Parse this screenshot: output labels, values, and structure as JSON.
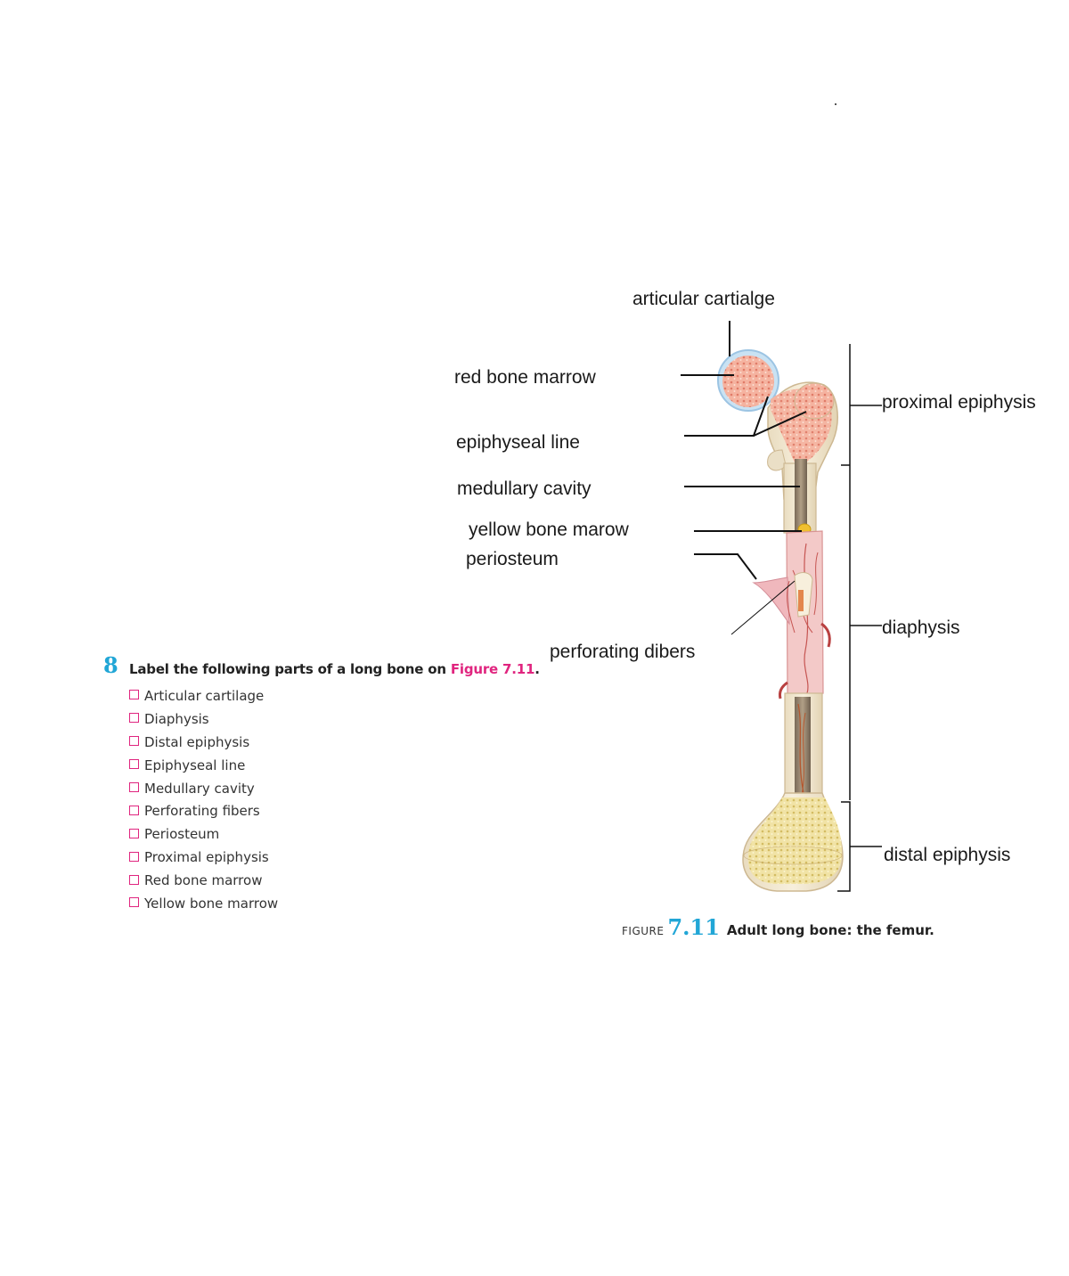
{
  "exercise": {
    "number": "8",
    "instruction": "Label the following parts of a long bone on ",
    "figure_ref": "Figure 7.11",
    "instruction_end": ".",
    "items": [
      "Articular cartilage",
      "Diaphysis",
      "Distal epiphysis",
      "Epiphyseal line",
      "Medullary cavity",
      "Perforating fibers",
      "Periosteum",
      "Proximal epiphysis",
      "Red bone marrow",
      "Yellow bone marrow"
    ]
  },
  "labels": {
    "articular_cartilage": "articular cartialge",
    "red_bone_marrow": "red bone marrow",
    "epiphyseal_line": "epiphyseal line",
    "medullary_cavity": "medullary cavity",
    "yellow_bone_marrow": "yellow bone marow",
    "periosteum": "periosteum",
    "perforating_fibers": "perforating dibers",
    "proximal_epiphysis": "proximal epiphysis",
    "diaphysis": "diaphysis",
    "distal_epiphysis": "distal epiphysis"
  },
  "figure": {
    "word": "FIGURE",
    "number": "7.11",
    "caption": "Adult long bone: the femur."
  },
  "colors": {
    "accent_blue": "#21a6d6",
    "accent_magenta": "#e0257f",
    "bone": "#efe3c8",
    "red_marrow": "#f2a28e",
    "yellow_marrow": "#ecd98e",
    "periosteum": "#f1c2c2",
    "cartilage": "#b8d8ee"
  }
}
